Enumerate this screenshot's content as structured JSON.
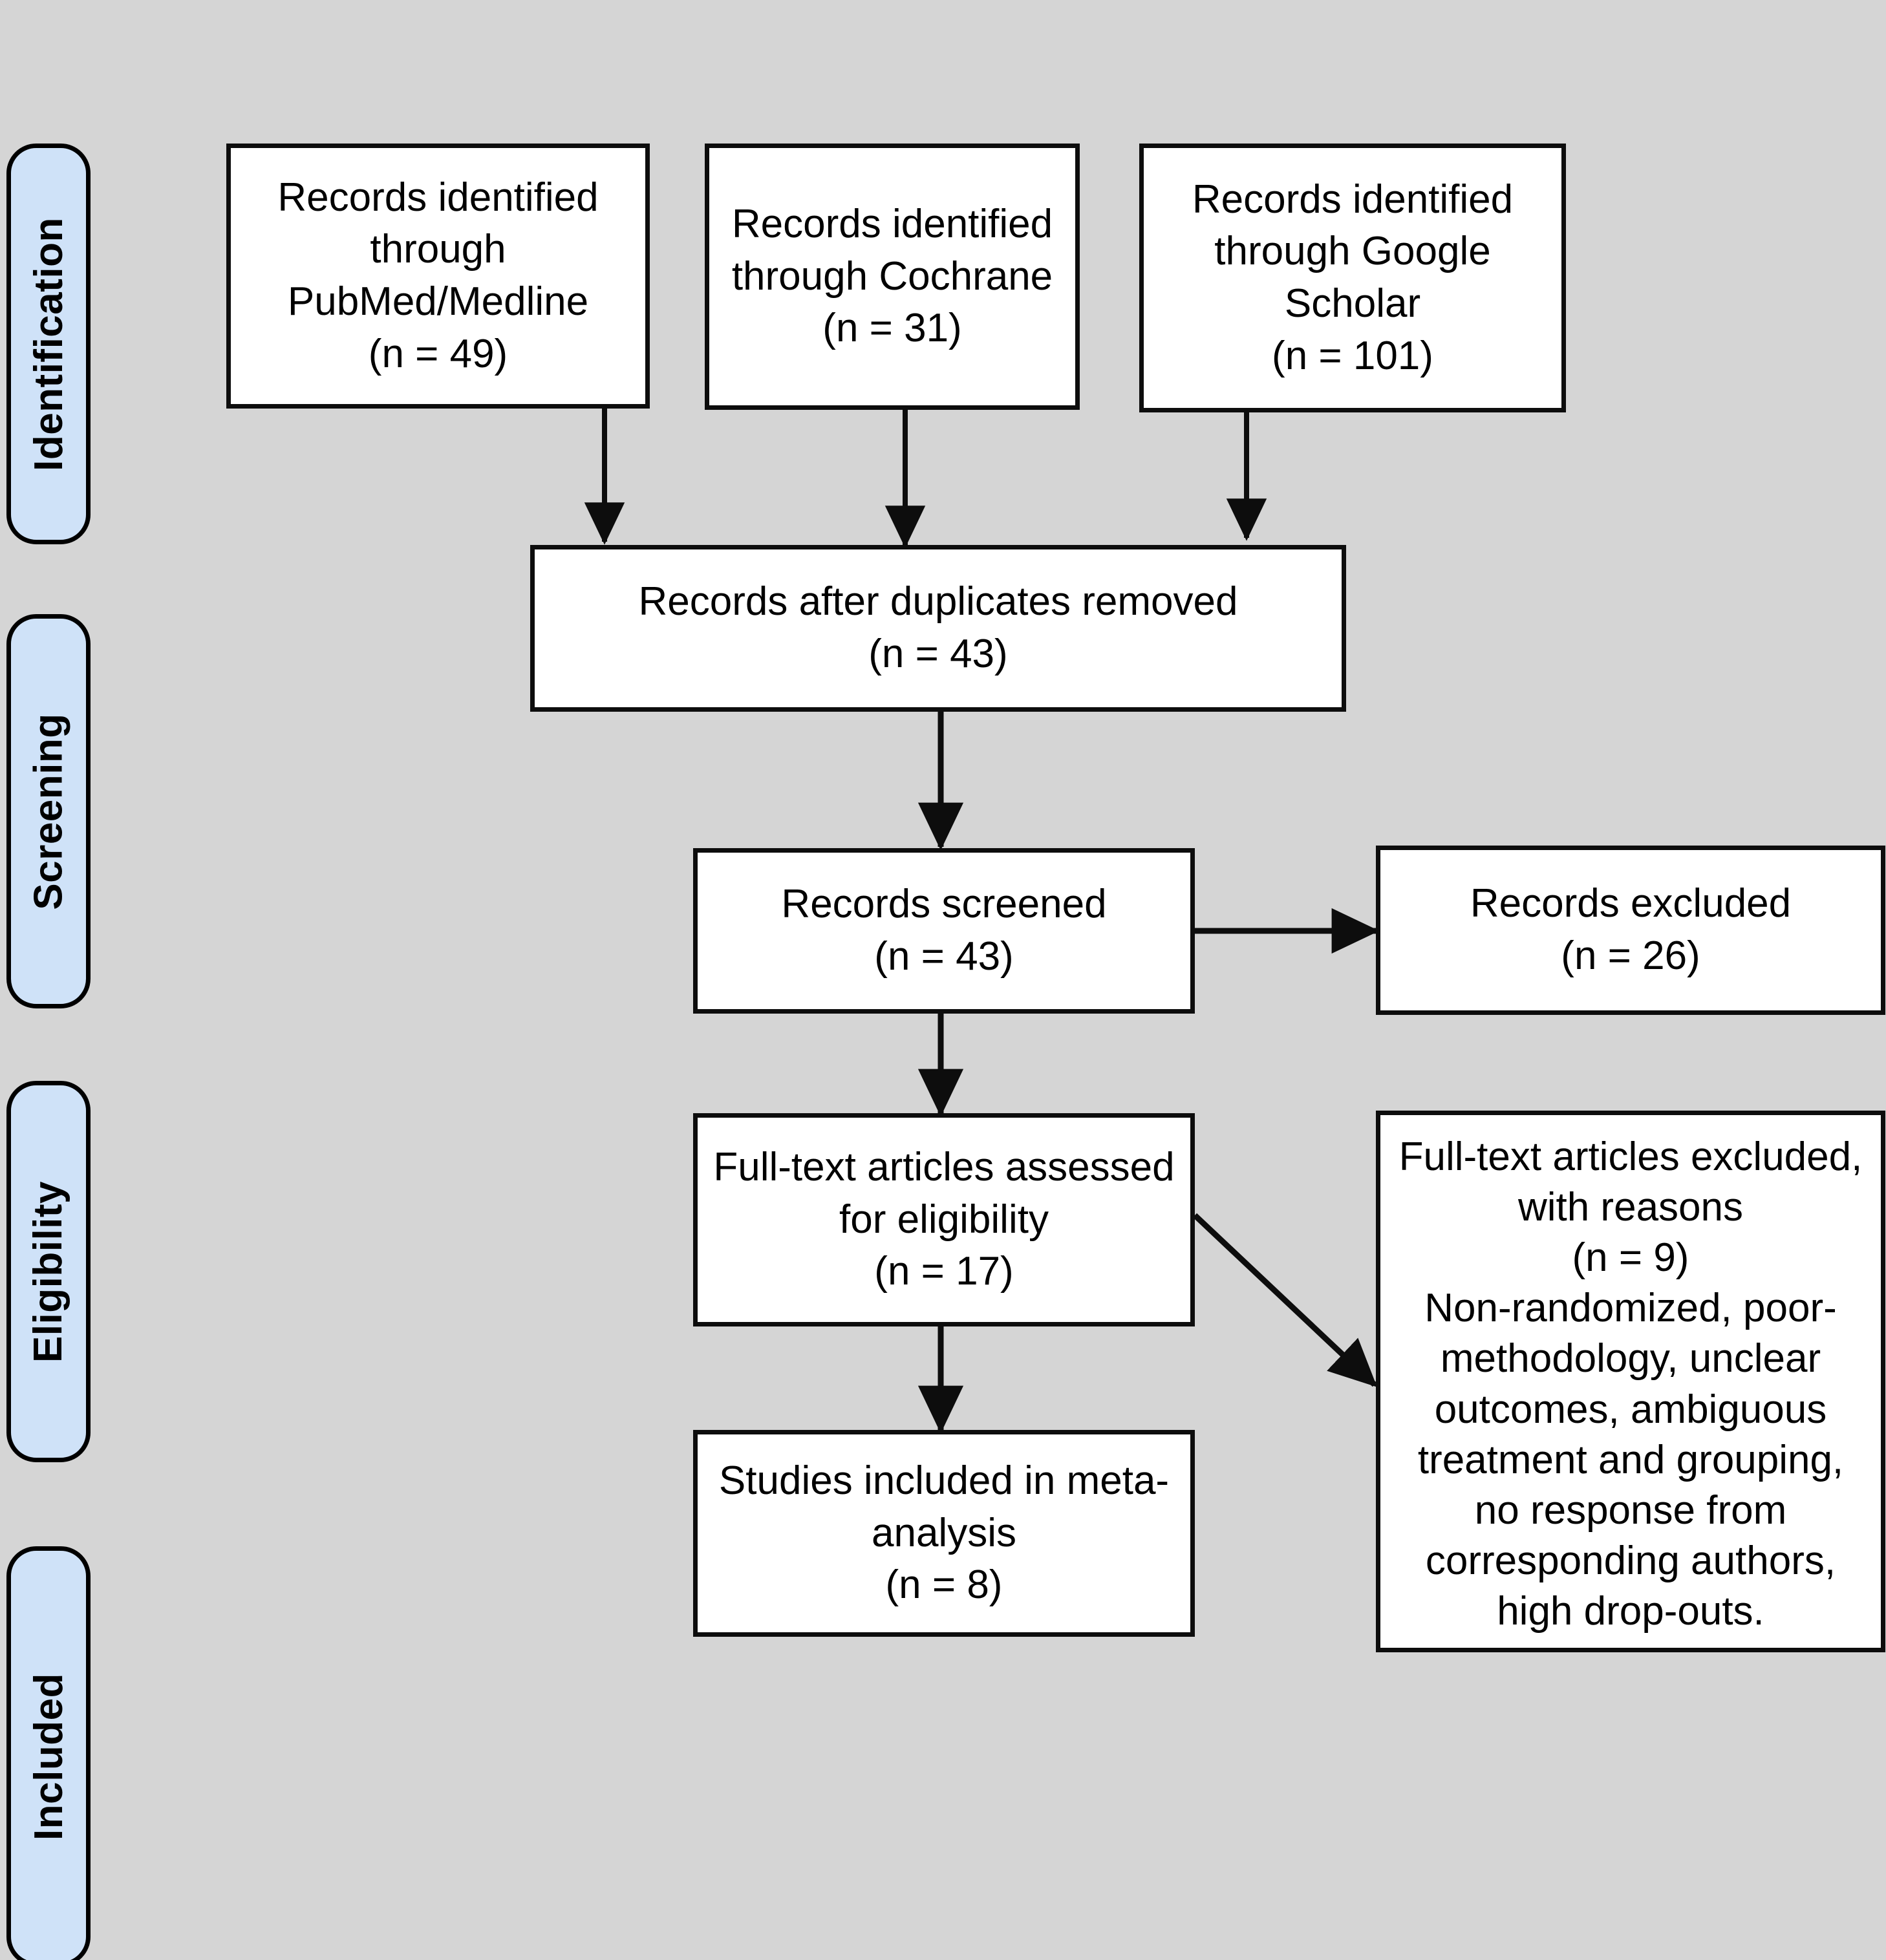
{
  "figure": {
    "type": "prisma-flow-diagram",
    "background_color": "#d5d5d5",
    "box_fill": "#ffffff",
    "box_border": "#0d0d0d",
    "stage_fill": "#cfe2f8",
    "stage_border": "#000000"
  },
  "stages": [
    {
      "id": "identification",
      "label": "Identification"
    },
    {
      "id": "screening",
      "label": "Screening"
    },
    {
      "id": "eligibility",
      "label": "Eligibility"
    },
    {
      "id": "included",
      "label": "Included"
    }
  ],
  "boxes": {
    "pubmed": {
      "text": "Records identified\nthrough\nPubMed/Medline\n(n = 49)",
      "source": "PubMed/Medline",
      "n": 49
    },
    "cochrane": {
      "text": "Records identified\nthrough Cochrane\n(n = 31)",
      "source": "Cochrane",
      "n": 31
    },
    "google_scholar": {
      "text": "Records identified\nthrough Google\nScholar\n(n = 101)",
      "source": "Google Scholar",
      "n": 101
    },
    "duplicates_removed": {
      "text": "Records after duplicates removed\n(n = 43)",
      "n": 43
    },
    "records_screened": {
      "text": "Records screened\n(n = 43)",
      "n": 43
    },
    "records_excluded": {
      "text": "Records excluded\n(n = 26)",
      "n": 26
    },
    "fulltext_assessed": {
      "text": "Full-text articles assessed\nfor eligibility\n(n = 17)",
      "n": 17
    },
    "fulltext_excluded": {
      "text": "Full-text articles excluded,\nwith reasons\n(n = 9)\nNon-randomized, poor-\nmethodology, unclear\noutcomes, ambiguous\ntreatment and grouping,\nno response from\ncorresponding authors,\nhigh drop-outs.",
      "n": 9
    },
    "studies_included": {
      "text": "Studies included in meta-\nanalysis\n(n = 8)",
      "n": 8
    }
  },
  "chart_data": {
    "type": "diagram",
    "title": "PRISMA flow diagram",
    "nodes": [
      {
        "id": "pubmed",
        "stage": "Identification",
        "label": "Records identified through PubMed/Medline",
        "n": 49
      },
      {
        "id": "cochrane",
        "stage": "Identification",
        "label": "Records identified through Cochrane",
        "n": 31
      },
      {
        "id": "google_scholar",
        "stage": "Identification",
        "label": "Records identified through Google Scholar",
        "n": 101
      },
      {
        "id": "duplicates_removed",
        "stage": "Identification",
        "label": "Records after duplicates removed",
        "n": 43
      },
      {
        "id": "records_screened",
        "stage": "Screening",
        "label": "Records screened",
        "n": 43
      },
      {
        "id": "records_excluded",
        "stage": "Screening",
        "label": "Records excluded",
        "n": 26
      },
      {
        "id": "fulltext_assessed",
        "stage": "Eligibility",
        "label": "Full-text articles assessed for eligibility",
        "n": 17
      },
      {
        "id": "fulltext_excluded",
        "stage": "Eligibility",
        "label": "Full-text articles excluded, with reasons",
        "n": 9
      },
      {
        "id": "studies_included",
        "stage": "Included",
        "label": "Studies included in meta-analysis",
        "n": 8
      }
    ],
    "edges": [
      {
        "from": "pubmed",
        "to": "duplicates_removed",
        "style": "vertical-arrow"
      },
      {
        "from": "cochrane",
        "to": "duplicates_removed",
        "style": "vertical-arrow"
      },
      {
        "from": "google_scholar",
        "to": "duplicates_removed",
        "style": "vertical-arrow"
      },
      {
        "from": "duplicates_removed",
        "to": "records_screened",
        "style": "vertical-arrow"
      },
      {
        "from": "records_screened",
        "to": "records_excluded",
        "style": "horizontal-arrow"
      },
      {
        "from": "records_screened",
        "to": "fulltext_assessed",
        "style": "vertical-arrow"
      },
      {
        "from": "fulltext_assessed",
        "to": "fulltext_excluded",
        "style": "diagonal-arrow"
      },
      {
        "from": "fulltext_assessed",
        "to": "studies_included",
        "style": "vertical-arrow"
      }
    ]
  }
}
